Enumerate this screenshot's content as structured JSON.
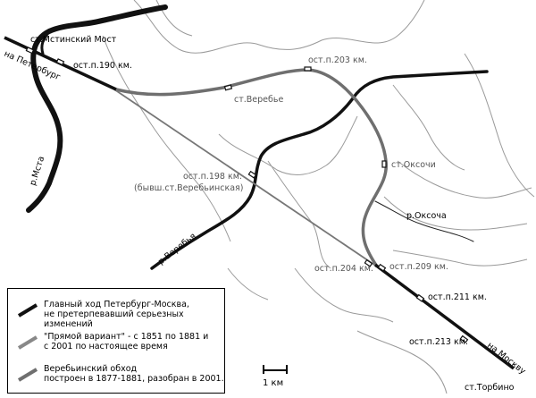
{
  "stations": {
    "mstinsky_most": "ст.Мстинский Мост",
    "op190": "ост.п.190 км.",
    "op203": "ост.п.203 км.",
    "verebye": "ст.Веребье",
    "op198": "ост.п.198 км.",
    "op198_sub": "(бывш.ст.Веребьинская)",
    "oksochi": "ст.Оксочи",
    "op204": "ост.п.204 км.",
    "op209": "ост.п.209 км.",
    "op211": "ост.п.211 км.",
    "op213": "ост.п.213 км.",
    "torbino": "ст.Торбино"
  },
  "directions": {
    "to_peterburg": "на Петербург",
    "to_moscow": "на Москву"
  },
  "rivers": {
    "msta": "р.Мста",
    "verebya": "р.Веребья",
    "oksocha": "р.Оксоча"
  },
  "legend": {
    "main_line": "Главный ход Петербург-Москва,\nне претерпевавший серьезных изменений",
    "straight_variant": "\"Прямой вариант\" - с 1851 по 1881 и\nс 2001 по настоящее время",
    "verebye_bypass": "Веребьинский обход\nпостроен в 1877-1881, разобран в 2001."
  },
  "scale": {
    "label": "1 км"
  },
  "colors": {
    "main_line": "#111111",
    "straight_variant": "#777777",
    "bypass": "#6f6f6f",
    "river": "#111111",
    "contour": "#9a9a9a"
  }
}
